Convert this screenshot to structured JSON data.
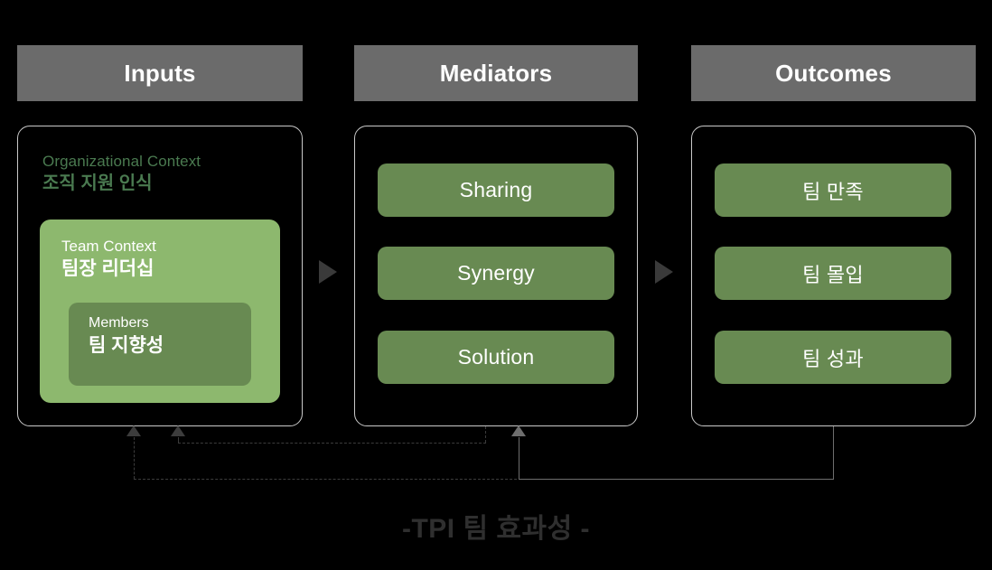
{
  "diagram": {
    "caption": "-TPI 팀 효과성 -",
    "accent_green_medium": "#688a52",
    "accent_green_light": "#8db86e",
    "accent_green_text": "#4a7a50",
    "header_gray": "#6b6b6b",
    "background": "#000000",
    "columns": [
      {
        "header": "Inputs",
        "nested": {
          "org_label": "Organizational Context",
          "org_value": "조직 지원 인식",
          "team_label": "Team Context",
          "team_value": "팀장 리더십",
          "members_label": "Members",
          "members_value": "팀 지향성"
        }
      },
      {
        "header": "Mediators",
        "items": [
          "Sharing",
          "Synergy",
          "Solution"
        ]
      },
      {
        "header": "Outcomes",
        "items": [
          "팀 만족",
          "팀 몰입",
          "팀 성과"
        ]
      }
    ],
    "flow_arrows": [
      {
        "name": "inputs-to-mediators",
        "glyph": "triangle-right"
      },
      {
        "name": "mediators-to-outcomes",
        "glyph": "triangle-right"
      }
    ],
    "feedback_loops": [
      {
        "name": "outcomes-to-inputs",
        "style": "dashed"
      },
      {
        "name": "mediators-to-inputs",
        "style": "dashed"
      },
      {
        "name": "outcomes-to-mediators",
        "style": "solid"
      }
    ]
  }
}
